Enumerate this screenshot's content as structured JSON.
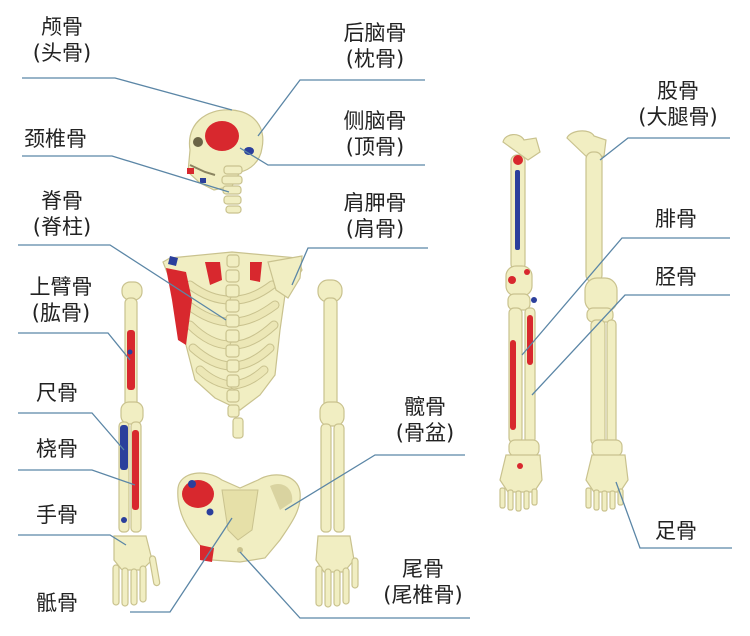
{
  "labels": {
    "skull": {
      "name": "颅骨",
      "alt": "(头骨)"
    },
    "occipital": {
      "name": "后脑骨",
      "alt": "(枕骨)"
    },
    "parietal": {
      "name": "侧脑骨",
      "alt": "(顶骨)"
    },
    "cervical": {
      "name": "颈椎骨"
    },
    "spine": {
      "name": "脊骨",
      "alt": "(脊柱)"
    },
    "scapula": {
      "name": "肩胛骨",
      "alt": "(肩骨)"
    },
    "humerus": {
      "name": "上臂骨",
      "alt": "(肱骨)"
    },
    "ulna": {
      "name": "尺骨"
    },
    "radius": {
      "name": "桡骨"
    },
    "hand": {
      "name": "手骨"
    },
    "sacrum": {
      "name": "骶骨"
    },
    "pelvis": {
      "name": "髋骨",
      "alt": "(骨盆)"
    },
    "coccyx": {
      "name": "尾骨",
      "alt": "(尾椎骨)"
    },
    "femur": {
      "name": "股骨",
      "alt": "(大腿骨)"
    },
    "fibula": {
      "name": "腓骨"
    },
    "tibia": {
      "name": "胫骨"
    },
    "foot": {
      "name": "足骨"
    }
  },
  "colors": {
    "bone": "#f1eec2",
    "bone_outline": "#c9c28e",
    "muscle_red": "#d8282e",
    "muscle_blue": "#2b3f9c",
    "leader_line": "#5b86a6"
  }
}
